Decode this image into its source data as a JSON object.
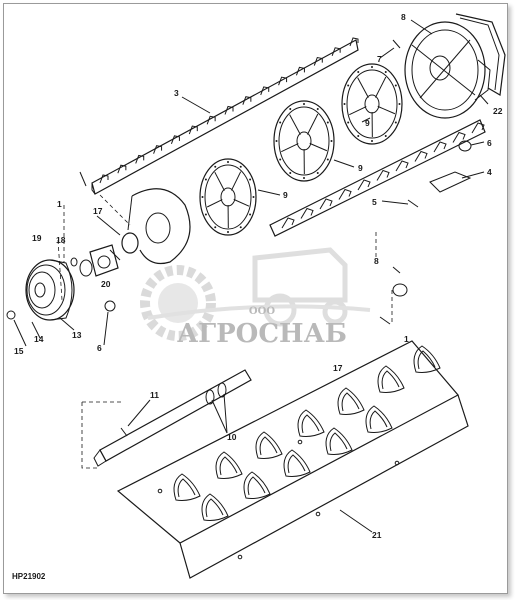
{
  "figure_code": "HP21902",
  "watermark": {
    "company": "АГРОСНАБ",
    "ooo": "ООО"
  },
  "callouts": {
    "n1": "1",
    "n1b": "1",
    "n3": "3",
    "n4": "4",
    "n5": "5",
    "n6": "6",
    "n6b": "6",
    "n7": "7",
    "n8": "8",
    "n8b": "8",
    "n9a": "9",
    "n9b": "9",
    "n9c": "9",
    "n10": "10",
    "n11": "11",
    "n13": "13",
    "n14": "14",
    "n15": "15",
    "n17": "17",
    "n17b": "17",
    "n18": "18",
    "n19": "19",
    "n20": "20",
    "n21": "21",
    "n22": "22"
  }
}
